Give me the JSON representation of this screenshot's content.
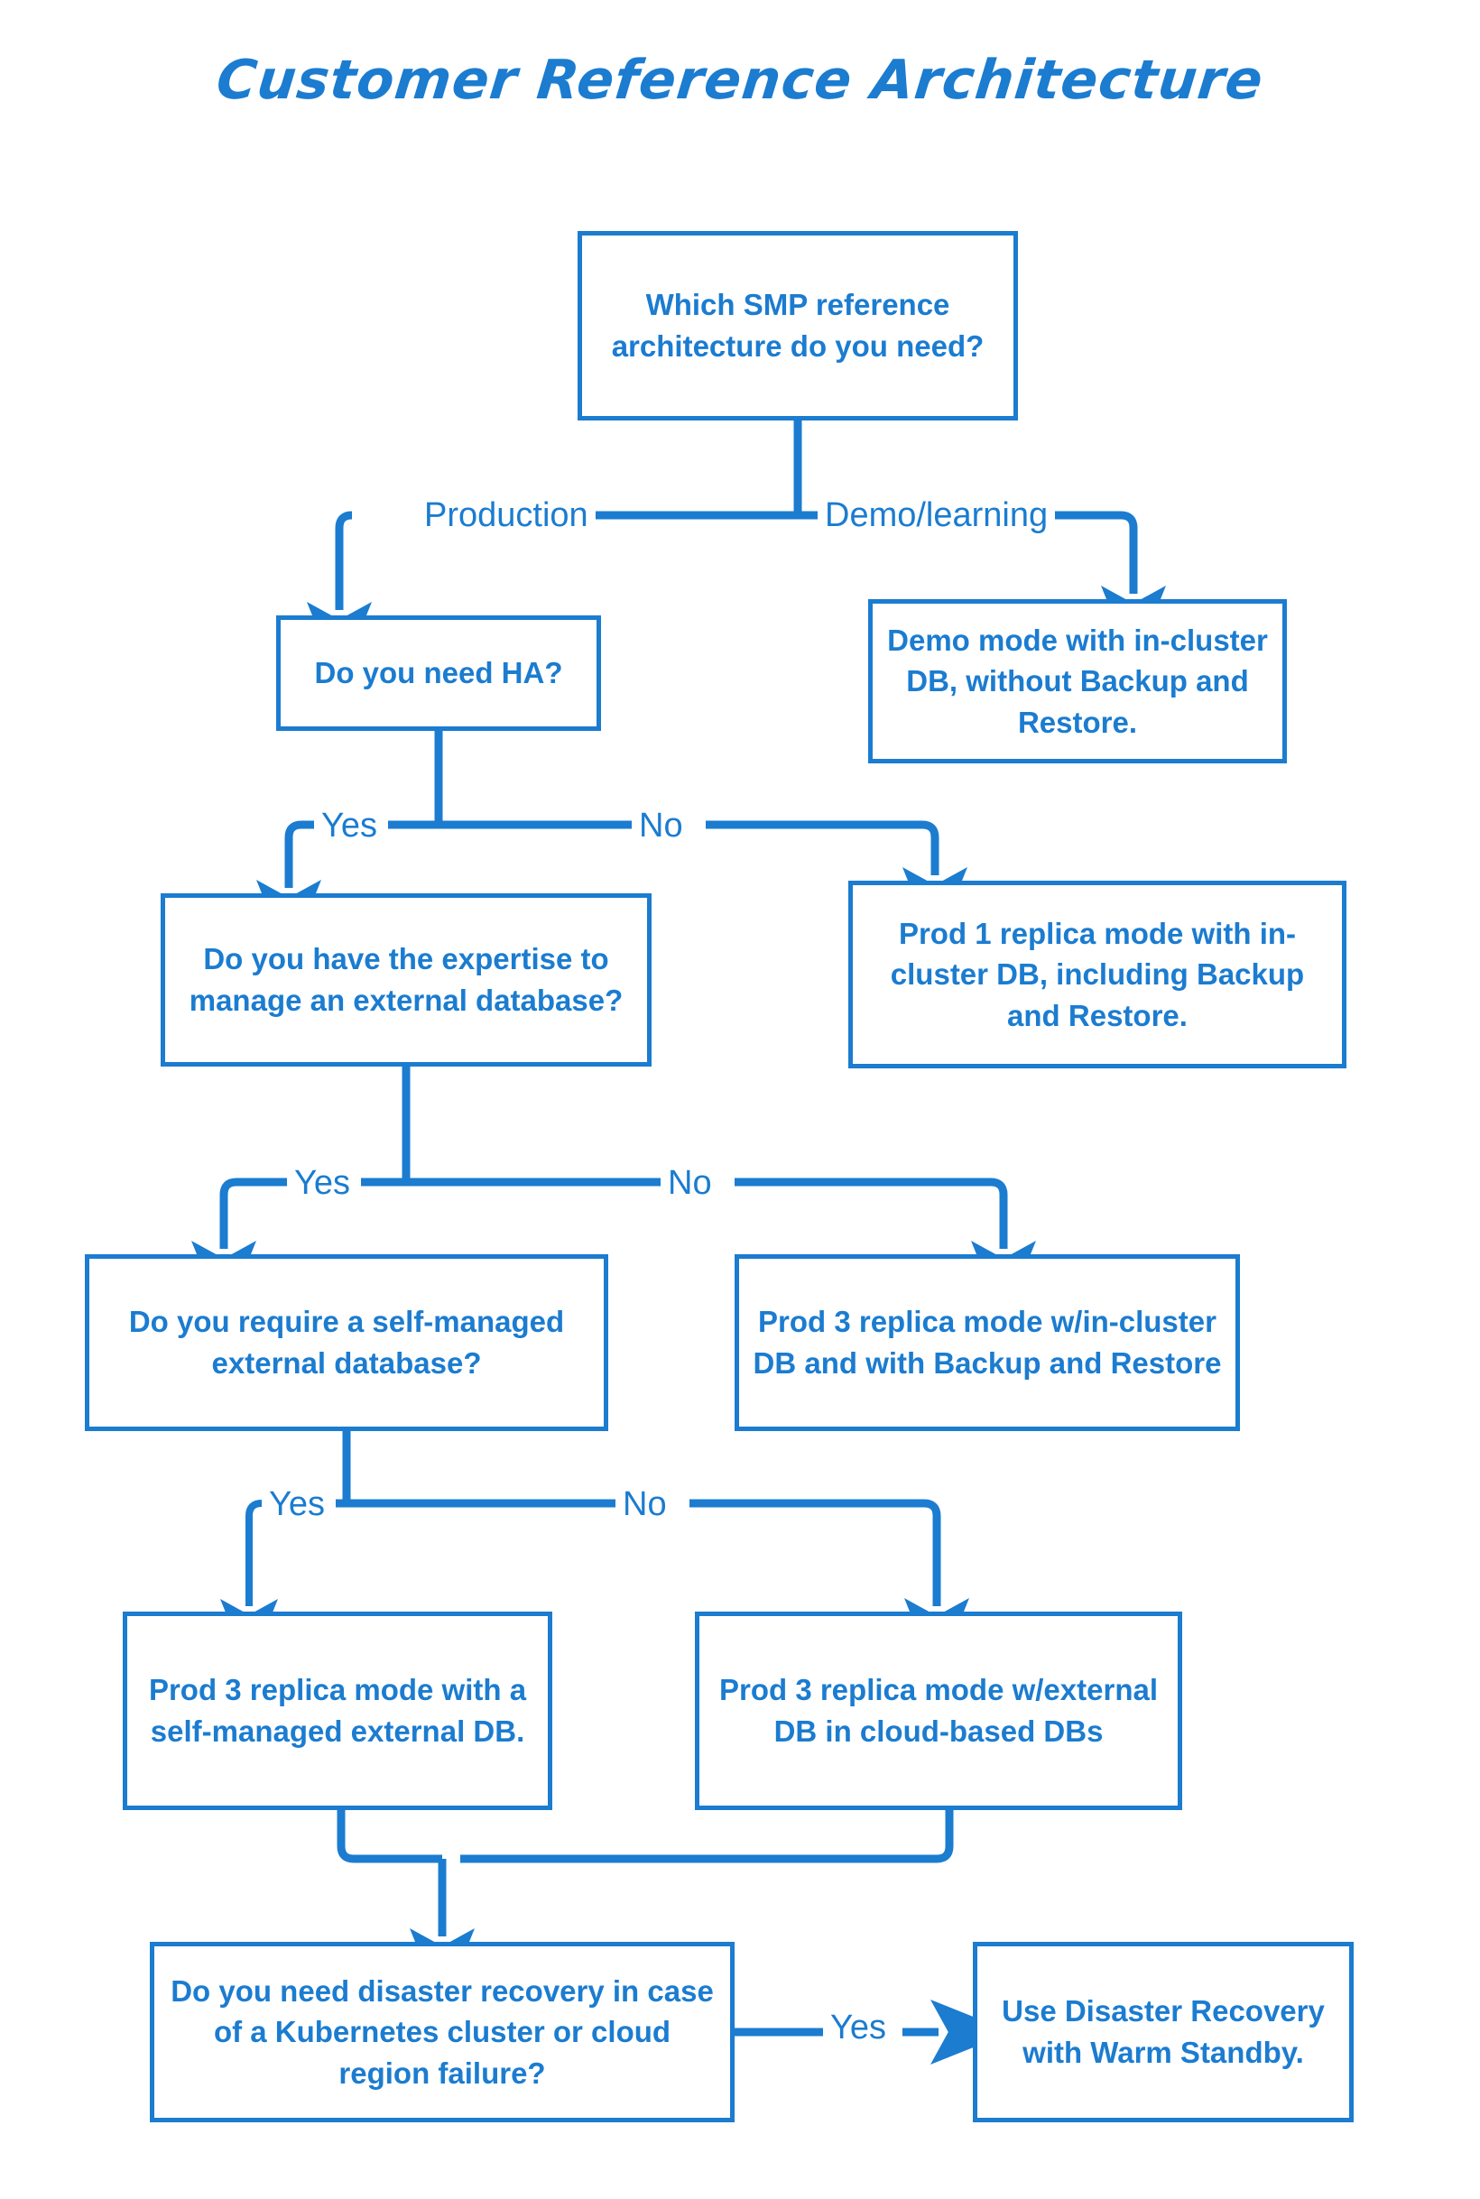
{
  "title": "Customer Reference Architecture",
  "accent_color": "#1b7cd0",
  "background_color": "#ffffff",
  "nodes": {
    "root": "Which SMP reference architecture do you need?",
    "ha": "Do you need HA?",
    "demo": "Demo mode with in-cluster DB, without Backup and Restore.",
    "expertise": "Do you have the expertise to manage an external database?",
    "prod1": "Prod 1 replica mode with in-cluster DB, including Backup and Restore.",
    "self_managed_q": "Do you require a self-managed external database?",
    "prod3_incluster": "Prod 3 replica mode w/in-cluster DB and with Backup and Restore",
    "prod3_selfmanaged": "Prod 3 replica mode with a self-managed external DB.",
    "prod3_external": "Prod 3 replica mode w/external DB in cloud-based DBs",
    "disaster_recovery_q": "Do you need disaster recovery in case of a Kubernetes cluster or cloud region failure?",
    "warm_standby": "Use Disaster Recovery with Warm Standby."
  },
  "edge_labels": {
    "production": "Production",
    "demo_learning": "Demo/learning",
    "ha_yes": "Yes",
    "ha_no": "No",
    "expertise_yes": "Yes",
    "expertise_no": "No",
    "self_yes": "Yes",
    "self_no": "No",
    "dr_yes": "Yes"
  },
  "chart_data": {
    "type": "flowchart",
    "title": "Customer Reference Architecture",
    "orientation": "top-down",
    "nodes": [
      {
        "id": "root",
        "kind": "decision",
        "label": "Which SMP reference architecture do you need?"
      },
      {
        "id": "ha",
        "kind": "decision",
        "label": "Do you need HA?"
      },
      {
        "id": "demo",
        "kind": "terminal",
        "label": "Demo mode with in-cluster DB, without Backup and Restore."
      },
      {
        "id": "expertise",
        "kind": "decision",
        "label": "Do you have the expertise to manage an external database?"
      },
      {
        "id": "prod1",
        "kind": "terminal",
        "label": "Prod 1 replica mode with in-cluster DB, including Backup and Restore."
      },
      {
        "id": "self_managed_q",
        "kind": "decision",
        "label": "Do you require a self-managed external database?"
      },
      {
        "id": "prod3_incluster",
        "kind": "terminal",
        "label": "Prod 3 replica mode w/in-cluster DB and with Backup and Restore"
      },
      {
        "id": "prod3_selfmanaged",
        "kind": "terminal",
        "label": "Prod 3 replica mode with a self-managed external DB."
      },
      {
        "id": "prod3_external",
        "kind": "terminal",
        "label": "Prod 3 replica mode w/external DB in cloud-based DBs"
      },
      {
        "id": "disaster_recovery_q",
        "kind": "decision",
        "label": "Do you need disaster recovery in case of a Kubernetes cluster or cloud region failure?"
      },
      {
        "id": "warm_standby",
        "kind": "terminal",
        "label": "Use Disaster Recovery with Warm Standby."
      }
    ],
    "edges": [
      {
        "from": "root",
        "to": "ha",
        "label": "Production"
      },
      {
        "from": "root",
        "to": "demo",
        "label": "Demo/learning"
      },
      {
        "from": "ha",
        "to": "expertise",
        "label": "Yes"
      },
      {
        "from": "ha",
        "to": "prod1",
        "label": "No"
      },
      {
        "from": "expertise",
        "to": "self_managed_q",
        "label": "Yes"
      },
      {
        "from": "expertise",
        "to": "prod3_incluster",
        "label": "No"
      },
      {
        "from": "self_managed_q",
        "to": "prod3_selfmanaged",
        "label": "Yes"
      },
      {
        "from": "self_managed_q",
        "to": "prod3_external",
        "label": "No"
      },
      {
        "from": "prod3_selfmanaged",
        "to": "disaster_recovery_q",
        "label": ""
      },
      {
        "from": "prod3_external",
        "to": "disaster_recovery_q",
        "label": ""
      },
      {
        "from": "disaster_recovery_q",
        "to": "warm_standby",
        "label": "Yes"
      }
    ]
  }
}
